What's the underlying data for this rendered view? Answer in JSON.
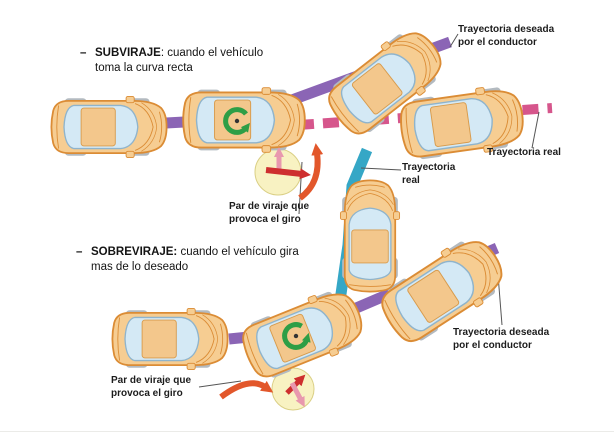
{
  "colors": {
    "desired_trajectory": "#8B65B5",
    "real_trajectory_understeer": "#D6568C",
    "real_trajectory_oversteer": "#35A7C6",
    "yaw_arrow": "#2E9E46",
    "force_arrow": "#CE2F2F",
    "slip_arrow": "#E898AE",
    "torque_arrow": "#E2572B",
    "highlight_circle_fill": "#F8F2C2",
    "highlight_circle_edge": "#DACF85",
    "car_body": "#F6CD92",
    "car_outline": "#DB8C35",
    "car_glass": "#D4E9F5"
  },
  "icons": {
    "yaw_arrow": "curved-rotation-arrow",
    "force_arrow": "straight-bold-arrow",
    "slip_arrow": "straight-soft-arrow",
    "torque_arrow": "curved-bold-arrow"
  },
  "sections": {
    "understeer": {
      "dash": "–",
      "term": "SUBVIRAJE",
      "definition": ": cuando el vehículo toma la curva recta",
      "label_desired": "Trayectoria deseada por el conductor",
      "label_real": "Trayectoria real",
      "label_torque": "Par de viraje que provoca el giro"
    },
    "oversteer": {
      "dash": "–",
      "term": "SOBREVIRAJE:",
      "definition": " cuando el vehículo gira mas de lo deseado",
      "label_desired": "Trayectoria deseada por el conductor",
      "label_real": "Trayectoria real",
      "label_torque": "Par de viraje que provoca el giro"
    }
  }
}
